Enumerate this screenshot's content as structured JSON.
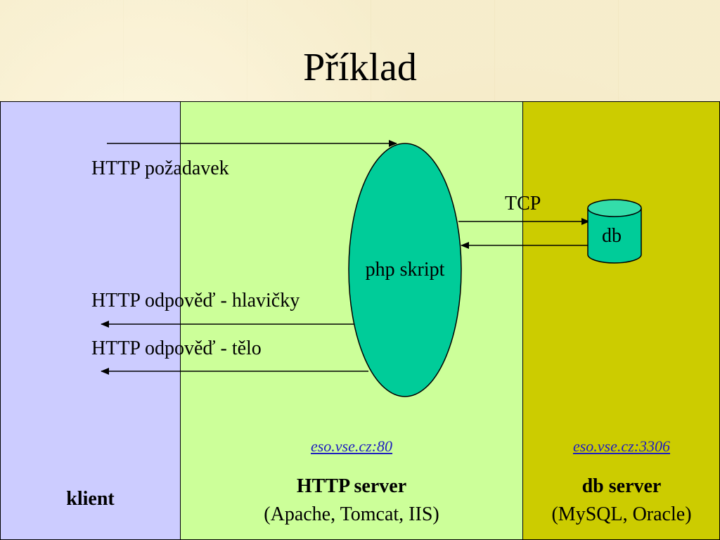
{
  "title": "Příklad",
  "labels": {
    "http_request": "HTTP požadavek",
    "tcp": "TCP",
    "db": "db",
    "php_script": "php skript",
    "http_response_headers": "HTTP odpověď - hlavičky",
    "http_response_body": "HTTP odpověď - tělo"
  },
  "columns": {
    "klient": {
      "name": "klient"
    },
    "http_server": {
      "link": "eso.vse.cz:80",
      "name": "HTTP server",
      "examples": "(Apache, Tomcat, IIS)"
    },
    "db_server": {
      "link": "eso.vse.cz:3306",
      "name": "db server",
      "examples": "(MySQL, Oracle)"
    }
  },
  "colors": {
    "klient_bg": "#ccccff",
    "http_bg": "#ccff99",
    "db_bg": "#cccc00",
    "shape_fill": "#00cc99",
    "link": "#1f1fbf"
  }
}
